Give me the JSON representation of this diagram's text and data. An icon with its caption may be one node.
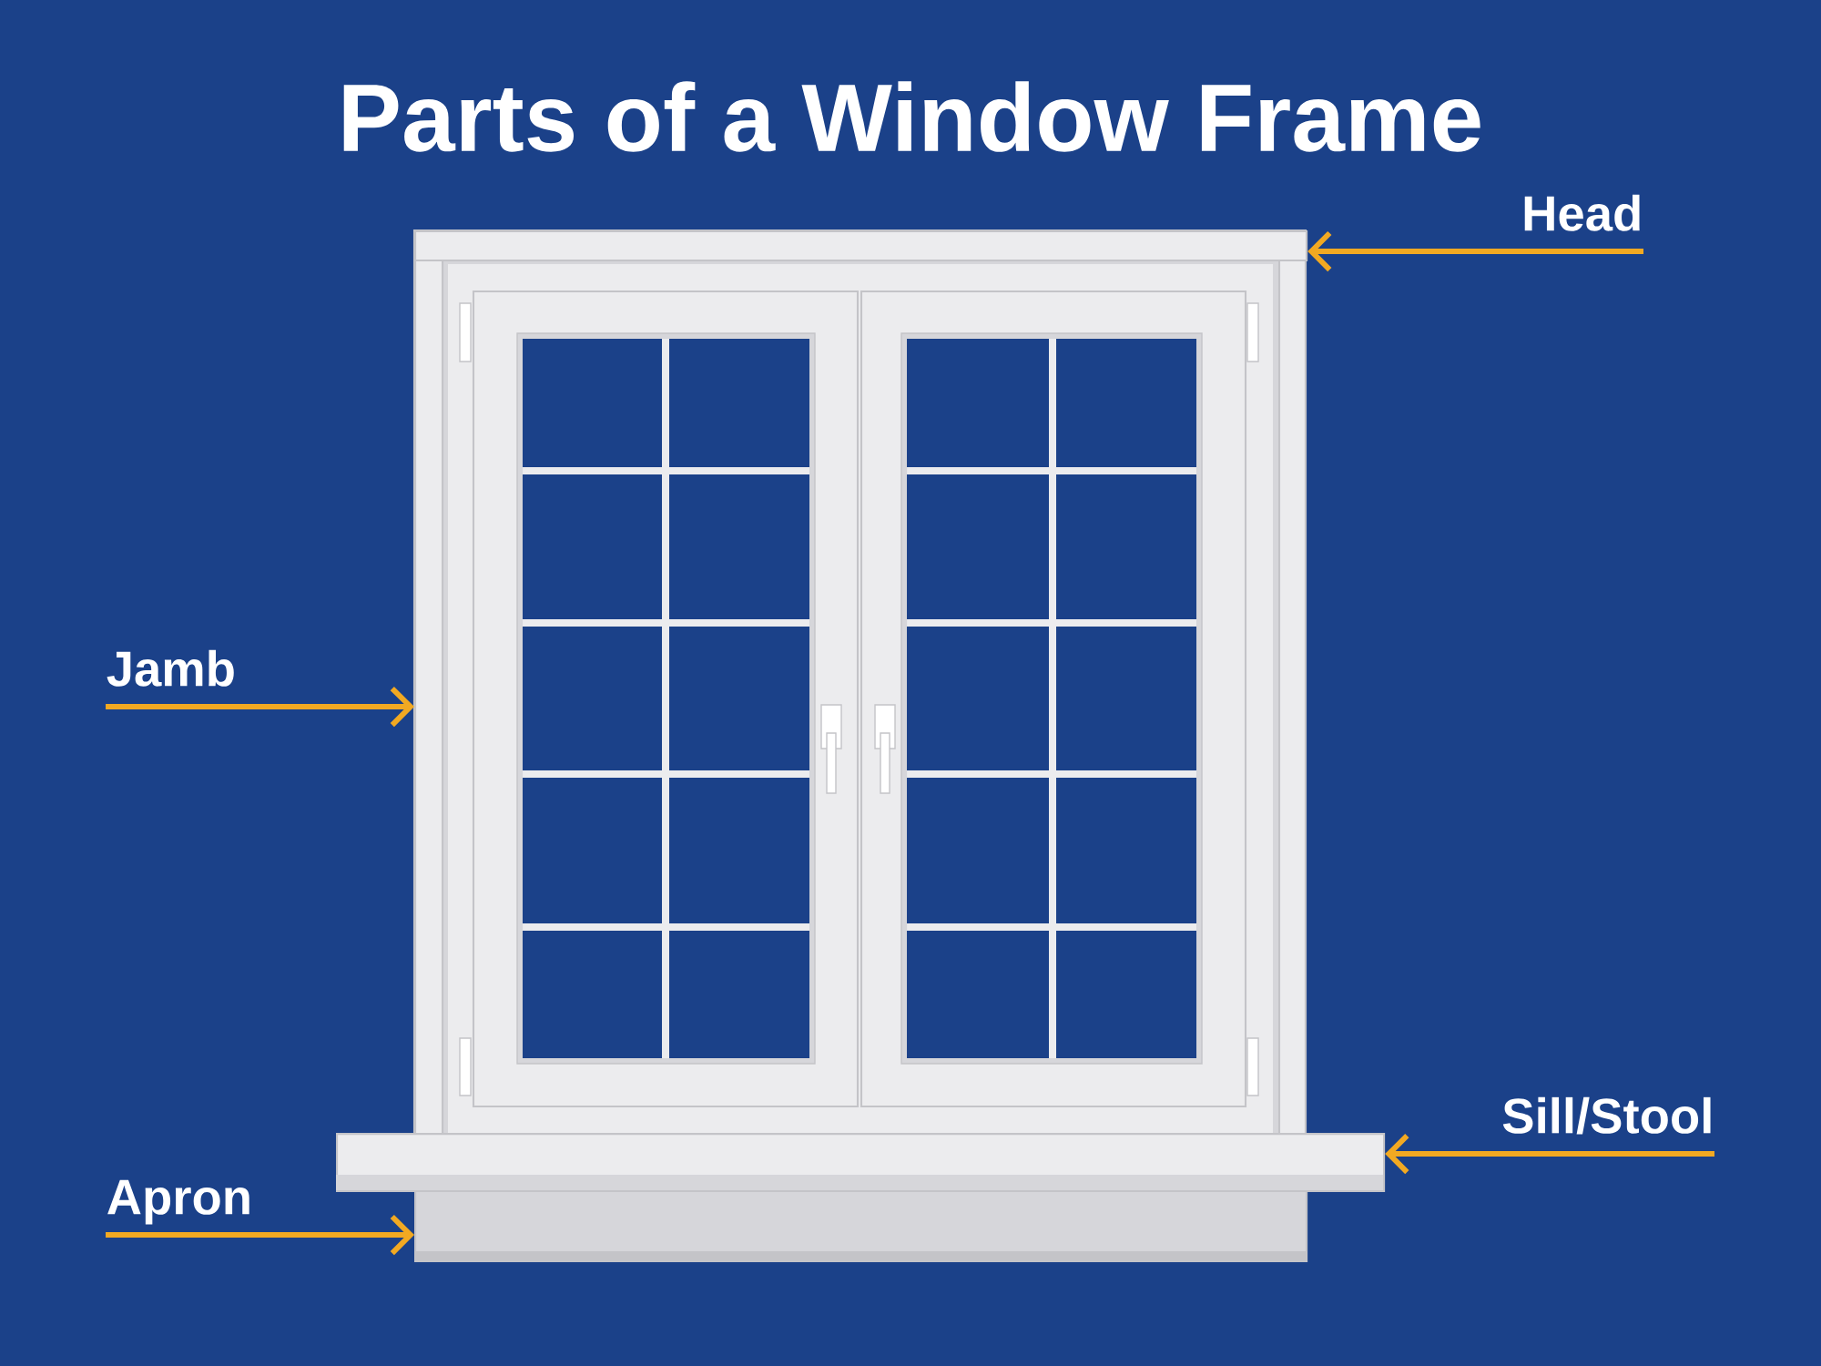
{
  "diagram": {
    "title": "Parts of a Window Frame",
    "nodes": [
      {
        "text": [
          "Head"
        ]
      },
      {
        "text": [],
        "shape": "bar"
      },
      {
        "text": [
          "Jamb"
        ]
      },
      {
        "text": [],
        "shape": "bar"
      },
      {
        "text": [
          "Sill/Stool"
        ]
      },
      {
        "text": [],
        "shape": "bar"
      },
      {
        "text": [
          "Apron"
        ]
      },
      {
        "text": [],
        "shape": "box"
      }
    ],
    "edges": [
      {
        "from": 0,
        "to": 1,
        "arrow": "to"
      },
      {
        "from": 2,
        "to": 3,
        "arrow": "to"
      },
      {
        "from": 4,
        "to": 5,
        "arrow": "to"
      },
      {
        "from": 6,
        "to": 7,
        "arrow": "to"
      }
    ]
  }
}
